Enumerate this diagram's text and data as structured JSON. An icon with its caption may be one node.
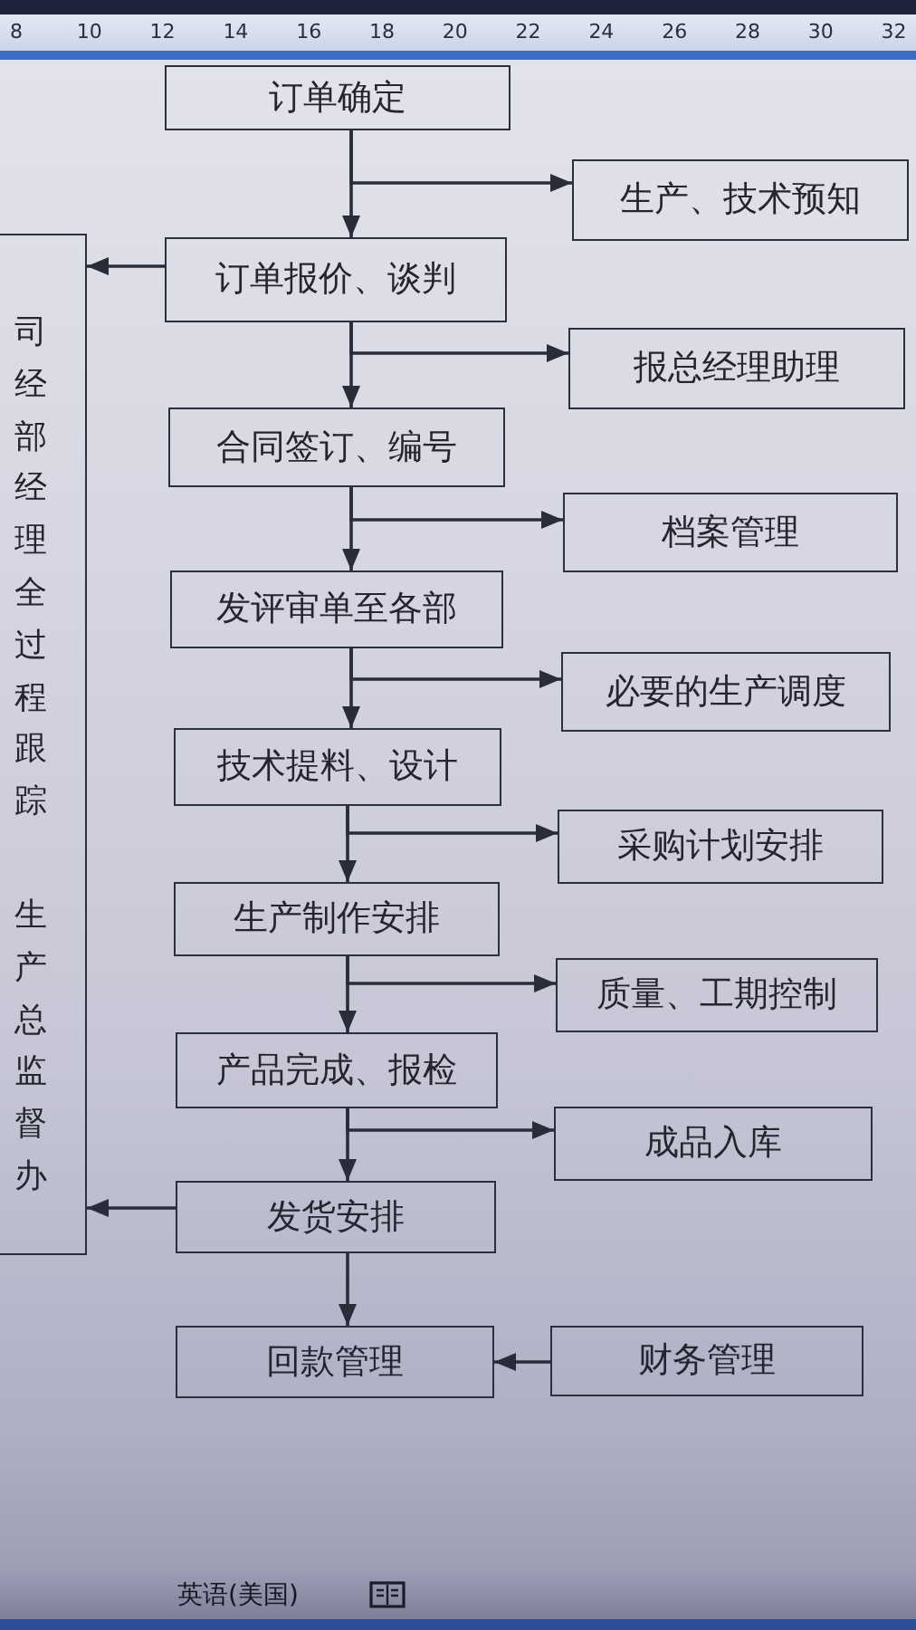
{
  "diagram": {
    "nodes": [
      {
        "text": [
          "订单确定"
        ]
      },
      {
        "text": [
          "生产、技术预知"
        ]
      },
      {
        "text": [
          "司经部经理全过程跟踪",
          "生产总监督办"
        ]
      },
      {
        "text": [
          "订单报价、谈判"
        ]
      },
      {
        "text": [
          "报总经理助理"
        ]
      },
      {
        "text": [
          "合同签订、编号"
        ]
      },
      {
        "text": [
          "档案管理"
        ]
      },
      {
        "text": [
          "发评审单至各部"
        ]
      },
      {
        "text": [
          "必要的生产调度"
        ]
      },
      {
        "text": [
          "技术提料、设计"
        ]
      },
      {
        "text": [
          "采购计划安排"
        ]
      },
      {
        "text": [
          "生产制作安排"
        ]
      },
      {
        "text": [
          "质量、工期控制"
        ]
      },
      {
        "text": [
          "产品完成、报检"
        ]
      },
      {
        "text": [
          "成品入库"
        ]
      },
      {
        "text": [
          "发货安排"
        ]
      },
      {
        "text": [
          "回款管理"
        ]
      },
      {
        "text": [
          "财务管理"
        ]
      }
    ],
    "edges": [
      {
        "from": 0,
        "to": 3,
        "arrow": "to"
      },
      {
        "from": 0,
        "to": 1,
        "arrow": "to"
      },
      {
        "from": 3,
        "to": 2,
        "arrow": "to"
      },
      {
        "from": 3,
        "to": 5,
        "arrow": "to"
      },
      {
        "from": 3,
        "to": 4,
        "arrow": "to"
      },
      {
        "from": 5,
        "to": 7,
        "arrow": "to"
      },
      {
        "from": 5,
        "to": 6,
        "arrow": "to"
      },
      {
        "from": 7,
        "to": 9,
        "arrow": "to"
      },
      {
        "from": 7,
        "to": 8,
        "arrow": "to"
      },
      {
        "from": 9,
        "to": 11,
        "arrow": "to"
      },
      {
        "from": 9,
        "to": 10,
        "arrow": "to"
      },
      {
        "from": 11,
        "to": 13,
        "arrow": "to"
      },
      {
        "from": 11,
        "to": 12,
        "arrow": "to"
      },
      {
        "from": 13,
        "to": 15,
        "arrow": "to"
      },
      {
        "from": 13,
        "to": 14,
        "arrow": "to"
      },
      {
        "from": 15,
        "to": 2,
        "arrow": "to"
      },
      {
        "from": 15,
        "to": 16,
        "arrow": "to"
      },
      {
        "from": 17,
        "to": 16,
        "arrow": "to"
      }
    ],
    "labels": [
      "8",
      "10",
      "12",
      "14",
      "16",
      "18",
      "20",
      "22",
      "24",
      "26",
      "28",
      "30",
      "32",
      "英语(美国)"
    ]
  }
}
